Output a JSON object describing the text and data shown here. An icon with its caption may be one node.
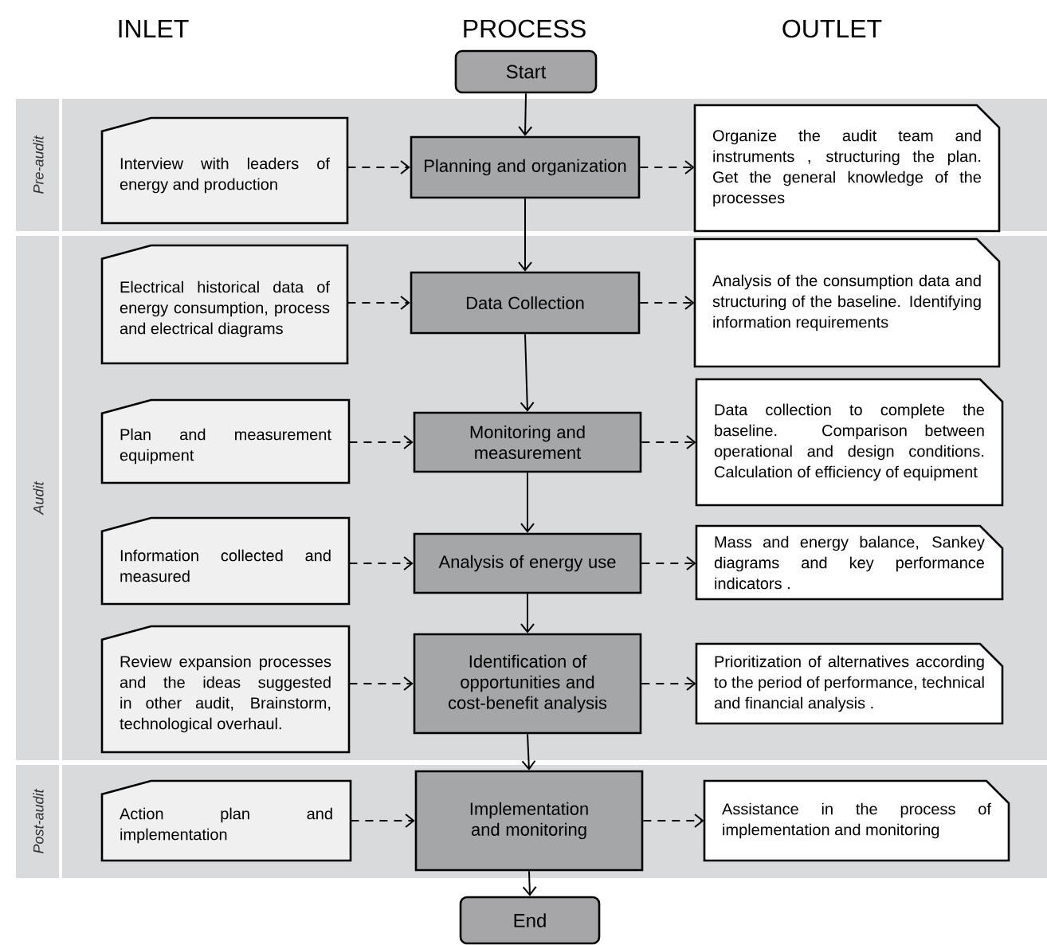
{
  "diagram": {
    "nodes": [
      {
        "text": [
          "Start"
        ]
      },
      {
        "text": [
          "Pre-audit"
        ]
      },
      {
        "text": [
          "Interview with leaders of energy and production"
        ],
        "in": 1
      },
      {
        "text": [
          "Planning and organization"
        ],
        "in": 1
      },
      {
        "text": [
          "Organize the audit team and instruments , structuring the plan. Get the general knowledge of the processes"
        ],
        "in": 1
      },
      {
        "text": [
          "Audit"
        ]
      },
      {
        "text": [
          "Electrical historical data of energy consumption, process and electrical diagrams"
        ],
        "in": 5
      },
      {
        "text": [
          "Data Collection"
        ],
        "in": 5
      },
      {
        "text": [
          "Analysis of the consumption data and structuring of the baseline. Identifying information requirements"
        ],
        "in": 5
      },
      {
        "text": [
          "Plan and measurement equipment"
        ],
        "in": 5
      },
      {
        "text": [
          "Monitoring and measurement"
        ],
        "in": 5
      },
      {
        "text": [
          "Data collection to complete the baseline. Comparison between operational and design conditions. Calculation of efficiency of equipment"
        ],
        "in": 5
      },
      {
        "text": [
          "Information collected and measured"
        ],
        "in": 5
      },
      {
        "text": [
          "Analysis of energy use"
        ],
        "in": 5
      },
      {
        "text": [
          "Mass and energy balance, Sankey diagrams and key performance indicators ."
        ],
        "in": 5
      },
      {
        "text": [
          "Review expansion processes and the ideas suggested in other audit, Brainstorm, technological overhaul."
        ],
        "in": 5
      },
      {
        "text": [
          "Identification of opportunities and cost-benefit analysis"
        ],
        "in": 5
      },
      {
        "text": [
          "Prioritization of alternatives according to the period of performance, technical and financial analysis ."
        ],
        "in": 5
      },
      {
        "text": [
          "Post-audit"
        ]
      },
      {
        "text": [
          "Action plan and implementation"
        ],
        "in": 18
      },
      {
        "text": [
          "Implementation and monitoring"
        ],
        "in": 18
      },
      {
        "text": [
          "Assistance in the process of implementation and monitoring"
        ],
        "in": 18
      },
      {
        "text": [
          "End"
        ]
      }
    ],
    "edges": [
      {
        "from": 0,
        "to": 3,
        "arrow": "to"
      },
      {
        "from": 2,
        "to": 3,
        "arrow": "to",
        "style": "dashed"
      },
      {
        "from": 3,
        "to": 4,
        "arrow": "to",
        "style": "dashed"
      },
      {
        "from": 3,
        "to": 7,
        "arrow": "to"
      },
      {
        "from": 6,
        "to": 7,
        "arrow": "to",
        "style": "dashed"
      },
      {
        "from": 7,
        "to": 8,
        "arrow": "to",
        "style": "dashed"
      },
      {
        "from": 7,
        "to": 10,
        "arrow": "to"
      },
      {
        "from": 9,
        "to": 10,
        "arrow": "to",
        "style": "dashed"
      },
      {
        "from": 10,
        "to": 11,
        "arrow": "to",
        "style": "dashed"
      },
      {
        "from": 10,
        "to": 13,
        "arrow": "to"
      },
      {
        "from": 12,
        "to": 13,
        "arrow": "to",
        "style": "dashed"
      },
      {
        "from": 13,
        "to": 14,
        "arrow": "to",
        "style": "dashed"
      },
      {
        "from": 13,
        "to": 16,
        "arrow": "to"
      },
      {
        "from": 15,
        "to": 16,
        "arrow": "to",
        "style": "dashed"
      },
      {
        "from": 16,
        "to": 17,
        "arrow": "to",
        "style": "dashed"
      },
      {
        "from": 16,
        "to": 20,
        "arrow": "to"
      },
      {
        "from": 19,
        "to": 20,
        "arrow": "to",
        "style": "dashed"
      },
      {
        "from": 20,
        "to": 21,
        "arrow": "to",
        "style": "dashed"
      },
      {
        "from": 20,
        "to": 22,
        "arrow": "to"
      }
    ],
    "labels": [
      "INLET",
      "PROCESS",
      "OUTLET"
    ]
  }
}
